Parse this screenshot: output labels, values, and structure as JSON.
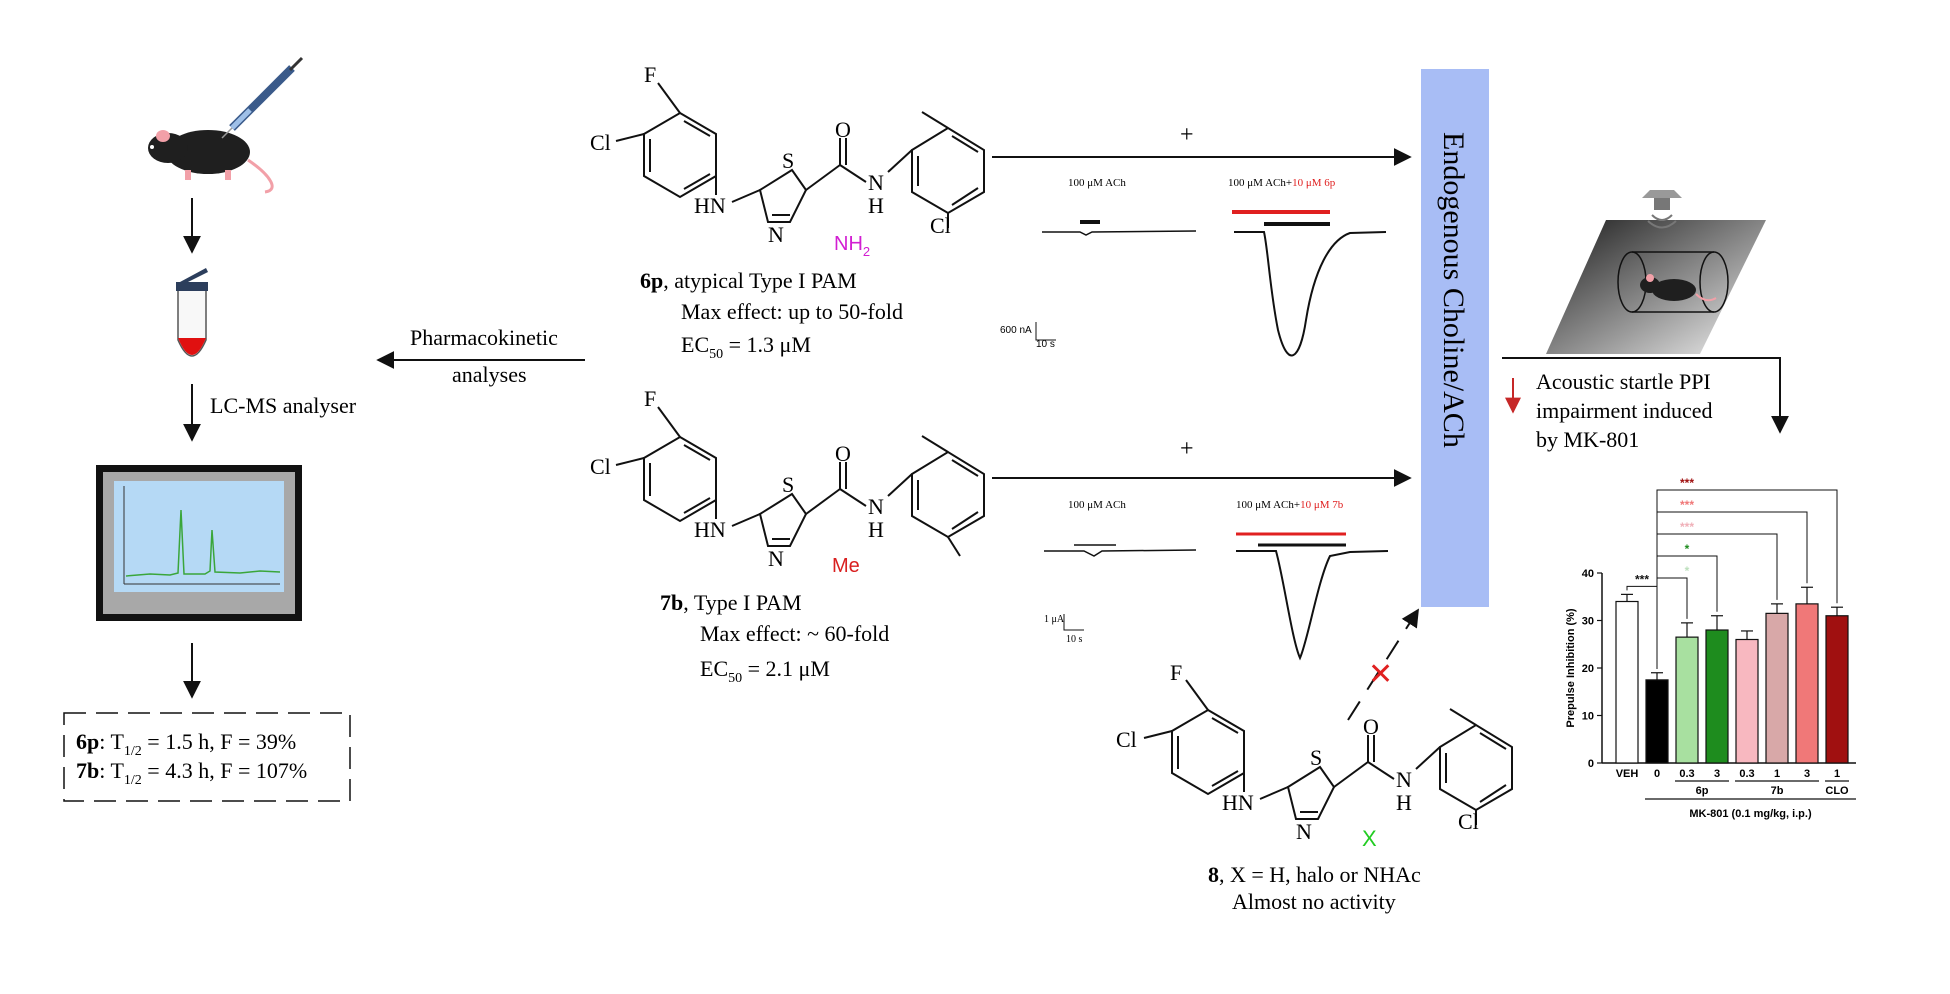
{
  "workflow": {
    "lcms_label": "LC-MS analyser",
    "pk_label_line1": "Pharmacokinetic",
    "pk_label_line2": "analyses",
    "pk_6p_id": "6p",
    "pk_6p_rest": ": T",
    "pk_6p_sub": "1/2",
    "pk_6p_tail": " = 1.5 h, F = 39%",
    "pk_7b_id": "7b",
    "pk_7b_rest": ": T",
    "pk_7b_sub": "1/2",
    "pk_7b_tail": " = 4.3 h, F = 107%"
  },
  "compound_6p": {
    "id": "6p",
    "type": ", atypical Type I PAM",
    "max_effect": "Max effect: up to 50-fold",
    "ec50_prefix": "EC",
    "ec50_sub": "50",
    "ec50_value": " = 1.3 μM",
    "substituent": "NH",
    "substituent_sub": "2",
    "substituent_color": "#d21ed2",
    "atoms": {
      "F": "F",
      "Cl": "Cl",
      "Cl2": "Cl",
      "HN": "HN",
      "S": "S",
      "N": "N",
      "O": "O",
      "NH_N": "N",
      "NH_H": "H"
    }
  },
  "compound_7b": {
    "id": "7b",
    "type": ", Type I PAM",
    "max_effect": "Max effect: ~ 60-fold",
    "ec50_prefix": "EC",
    "ec50_sub": "50",
    "ec50_value": " = 2.1 μM",
    "substituent": "Me",
    "substituent_color": "#d92020",
    "atoms": {
      "F": "F",
      "Cl": "Cl",
      "HN": "HN",
      "S": "S",
      "N": "N",
      "O": "O",
      "NH_N": "N",
      "NH_H": "H"
    }
  },
  "compound_8": {
    "id": "8",
    "desc": ", X = H, halo or NHAc",
    "activity": "Almost no activity",
    "substituent": "X",
    "substituent_color": "#22cc22",
    "atoms": {
      "F": "F",
      "Cl": "Cl",
      "Cl2": "Cl",
      "HN": "HN",
      "S": "S",
      "N": "N",
      "O": "O",
      "NH_N": "N",
      "NH_H": "H"
    }
  },
  "traces": {
    "plus": "+",
    "t1_label": "100 μM ACh",
    "t2_label_black": "100 μM ACh+",
    "t2_label_red": "10 μM 6p",
    "t3_label": "100 μM ACh",
    "t4_label_black": "100 μM ACh+",
    "t4_label_red": "10 μM 7b",
    "scale1_y": "600 nA",
    "scale1_x": "10 s",
    "scale2_y": "1 μA",
    "scale2_x": "10 s",
    "red_color": "#e02020"
  },
  "endogenous": {
    "label": "Endogenous Choline/ACh",
    "color": "#a8bdf5"
  },
  "ppi": {
    "line1": "Acoustic startle PPI",
    "line2": "impairment  induced",
    "line3": "by MK-801",
    "arrow_color": "#c62828"
  },
  "chart_data": {
    "type": "bar",
    "ylabel": "Prepulse Inhibition (%)",
    "ylim": [
      0,
      40
    ],
    "yticks": [
      0,
      10,
      20,
      30,
      40
    ],
    "categories": [
      "VEH",
      "0",
      "0.3",
      "3",
      "0.3",
      "1",
      "3",
      "1"
    ],
    "values": [
      34,
      17.5,
      26.5,
      28,
      26,
      31.5,
      33.5,
      31
    ],
    "errors": [
      1.5,
      1.5,
      3,
      3,
      1.8,
      2,
      3.5,
      1.8
    ],
    "colors": [
      "#ffffff",
      "#000000",
      "#a8e0a0",
      "#1e8c1e",
      "#f8b8c0",
      "#d8a8a8",
      "#f07878",
      "#a01010"
    ],
    "groups": [
      {
        "label": "6p",
        "from": 2,
        "to": 3
      },
      {
        "label": "7b",
        "from": 4,
        "to": 6
      },
      {
        "label": "CLO",
        "from": 7,
        "to": 7
      }
    ],
    "xlabel": "MK-801 (0.1 mg/kg, i.p.)",
    "significance": [
      {
        "to": 1,
        "from": 0,
        "label": "***",
        "color": "#111111"
      },
      {
        "to": 2,
        "from": 1,
        "label": "*",
        "color": "#bde0bd"
      },
      {
        "to": 3,
        "from": 1,
        "label": "*",
        "color": "#1e8c1e"
      },
      {
        "to": 5,
        "from": 1,
        "label": "***",
        "color": "#f0b0b8"
      },
      {
        "to": 6,
        "from": 1,
        "label": "***",
        "color": "#f07878"
      },
      {
        "to": 7,
        "from": 1,
        "label": "***",
        "color": "#a01010"
      }
    ]
  }
}
